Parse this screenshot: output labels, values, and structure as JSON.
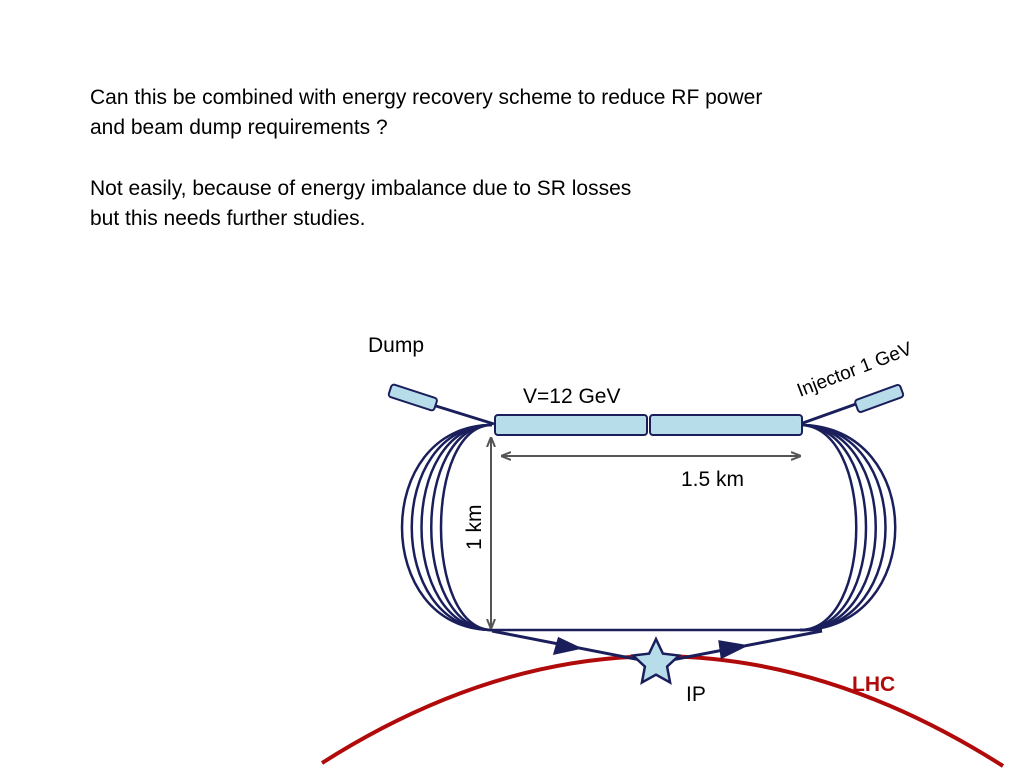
{
  "text": {
    "para1_line1": "Can this be combined with energy recovery scheme to reduce RF power",
    "para1_line2": "and beam dump requirements ?",
    "para2_line1": "Not easily, because of energy imbalance due to SR losses",
    "para2_line2": "but this needs further studies."
  },
  "diagram": {
    "dump_label": "Dump",
    "linac_label": "V=12 GeV",
    "injector_label": "Injector 1 GeV",
    "length_label": "1.5 km",
    "height_label": "1 km",
    "ip_label": "IP",
    "lhc_label": "LHC"
  },
  "colors": {
    "loops": "#1a1f5c",
    "cavity_fill": "#b7dcea",
    "arrow": "#555555",
    "lhc": "#b10a0a"
  }
}
